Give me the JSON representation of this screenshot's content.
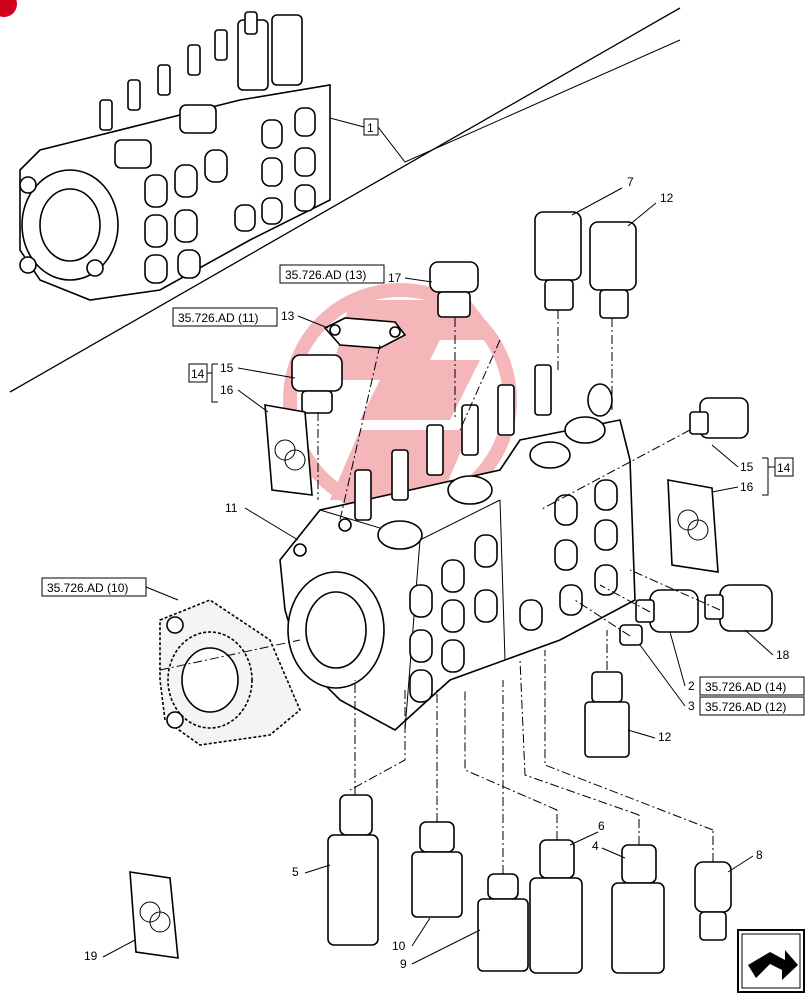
{
  "diagram": {
    "corner_mark_color": "#d0021b",
    "watermark_color": "#e0303a",
    "assembly_callout": "1",
    "callouts": {
      "c2": "2",
      "c3": "3",
      "c4": "4",
      "c5": "5",
      "c6": "6",
      "c7": "7",
      "c8": "8",
      "c9": "9",
      "c10": "10",
      "c11": "11",
      "c12a": "12",
      "c12b": "12",
      "c13": "13",
      "c14a": "14",
      "c14b": "14",
      "c15a": "15",
      "c15b": "15",
      "c16a": "16",
      "c16b": "16",
      "c17": "17",
      "c18": "18",
      "c19": "19"
    },
    "references": {
      "r13": "35.726.AD (13)",
      "r11": "35.726.AD (11)",
      "r10": "35.726.AD (10)",
      "r14": "35.726.AD (14)",
      "r12": "35.726.AD (12)"
    },
    "nav_icon": "arrow-icon"
  }
}
